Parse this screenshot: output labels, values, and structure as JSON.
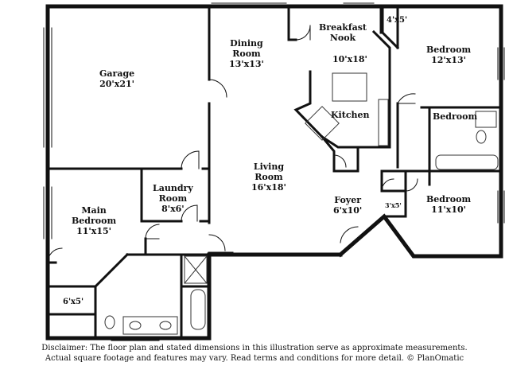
{
  "rooms": {
    "garage": {
      "name": "Garage",
      "dim": "20'x21'"
    },
    "dining": {
      "name": "Dining Room",
      "name1": "Dining",
      "name2": "Room",
      "dim": "13'x13'"
    },
    "breakfast": {
      "name1": "Breakfast",
      "name2": "Nook"
    },
    "nook_dim": "10'x18'",
    "kitchen": {
      "name": "Kitchen"
    },
    "closet_4x5": "4'x5'",
    "bedroom_ne": {
      "name": "Bedroom",
      "dim": "12'x13'"
    },
    "bedroom_mid": {
      "name": "Bedroom"
    },
    "laundry": {
      "name1": "Laundry",
      "name2": "Room",
      "dim": "8'x6'"
    },
    "living": {
      "name1": "Living",
      "name2": "Room",
      "dim": "16'x18'"
    },
    "foyer": {
      "name": "Foyer",
      "dim": "6'x10'"
    },
    "closet_3x5": "3'x5'",
    "bedroom_se": {
      "name": "Bedroom",
      "dim": "11'x10'"
    },
    "main_bedroom": {
      "name1": "Main",
      "name2": "Bedroom",
      "dim": "11'x15'"
    },
    "closet_6x5": "6'x5'"
  },
  "disclaimer": {
    "line1": "Disclaimer: The floor plan and stated dimensions in this illustration serve as approximate measurements.",
    "line2": "Actual square footage and features may vary. Read terms and conditions for more detail. © PlanOmatic"
  },
  "colors": {
    "wall": "#111111",
    "background": "#ffffff",
    "fixture": "#333333"
  }
}
